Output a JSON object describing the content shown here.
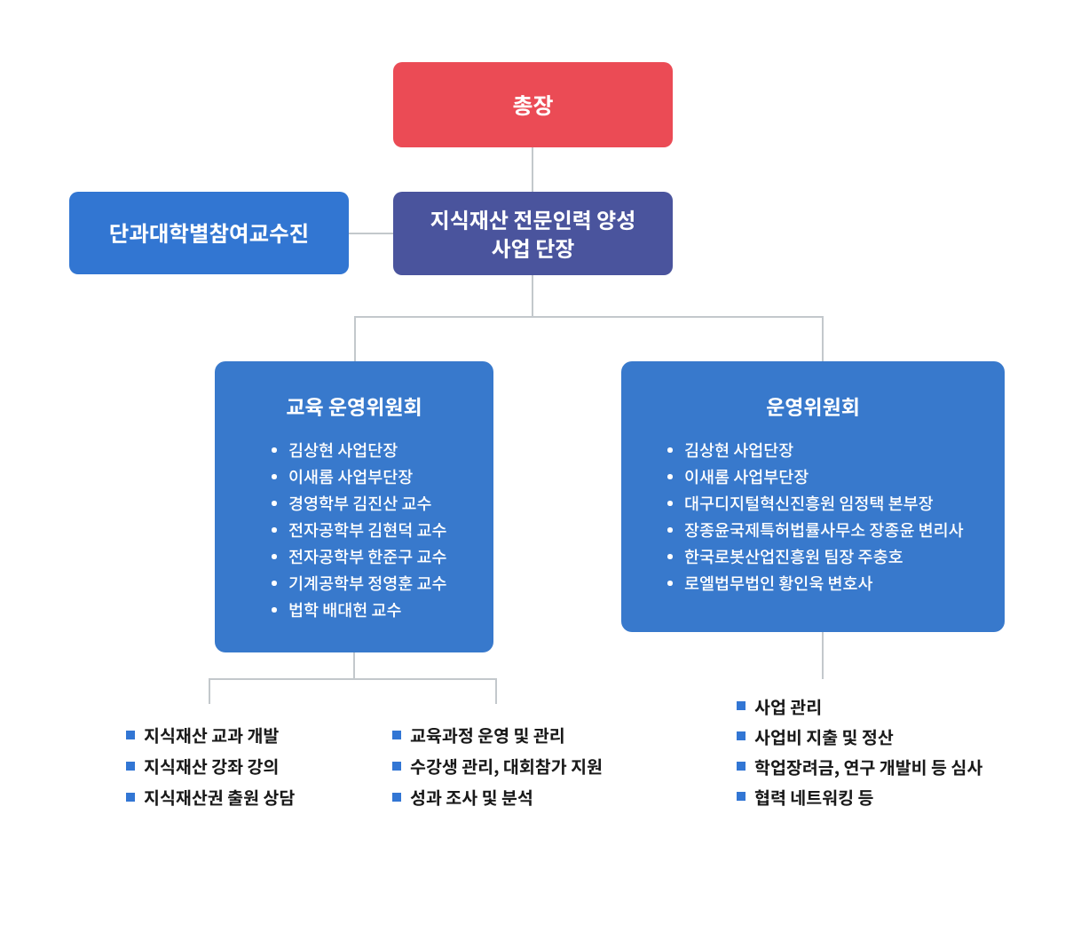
{
  "colors": {
    "president_red": "#EB4B55",
    "director_navy": "#4A549D",
    "box_blue": "#3276D2",
    "committee_blue": "#3879CC",
    "bullet_square_blue": "#3276D4",
    "connector_gray": "#C3C8CC",
    "task_text_dark": "#1A1A1A",
    "box_text_white": "#ffffff",
    "background": "#ffffff"
  },
  "nodes": {
    "president": {
      "label": "총장"
    },
    "faculty": {
      "label": "단과대학별참여교수진"
    },
    "director": {
      "label": "지식재산 전문인력 양성\n사업 단장"
    }
  },
  "committees": {
    "education": {
      "title": "교육 운영위원회",
      "members": [
        "김상현 사업단장",
        "이새롬 사업부단장",
        "경영학부 김진산 교수",
        "전자공학부 김현덕 교수",
        "전자공학부 한준구 교수",
        "기계공학부 정영훈 교수",
        "법학 배대헌 교수"
      ]
    },
    "operation": {
      "title": "운영위원회",
      "members": [
        "김상현 사업단장",
        "이새롬 사업부단장",
        "대구디지털혁신진흥원 임정택 본부장",
        "장종윤국제특허법률사무소 장종윤 변리사",
        "한국로봇산업진흥원 팀장 주충호",
        "로엘법무법인 황인욱 변호사"
      ]
    }
  },
  "tasks": {
    "education_col1": [
      "지식재산 교과 개발",
      "지식재산 강좌 강의",
      "지식재산권 출원 상담"
    ],
    "education_col2": [
      "교육과정 운영 및 관리",
      "수강생 관리, 대회참가 지원",
      "성과 조사 및 분석"
    ],
    "operation": [
      "사업 관리",
      "사업비 지출 및 정산",
      "학업장려금, 연구 개발비 등 심사",
      "협력 네트워킹 등"
    ]
  }
}
